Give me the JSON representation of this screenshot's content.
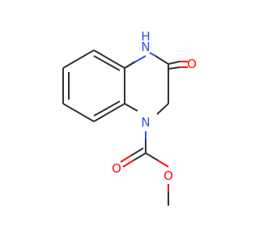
{
  "molecule": {
    "atoms": [
      {
        "id": "nh",
        "text": "H",
        "sub_text": "N",
        "color": "#3050f8"
      },
      {
        "id": "n1",
        "text": "N",
        "color": "#3050f8"
      },
      {
        "id": "o_keto",
        "text": "O",
        "color": "#ff0d0d"
      },
      {
        "id": "o_carbonyl",
        "text": "O",
        "color": "#ff0d0d"
      },
      {
        "id": "o_ether",
        "text": "O",
        "color": "#ff0d0d"
      }
    ],
    "colors": {
      "carbon_bond": "#333333",
      "nitrogen": "#3050f8",
      "oxygen": "#ff0d0d"
    }
  }
}
